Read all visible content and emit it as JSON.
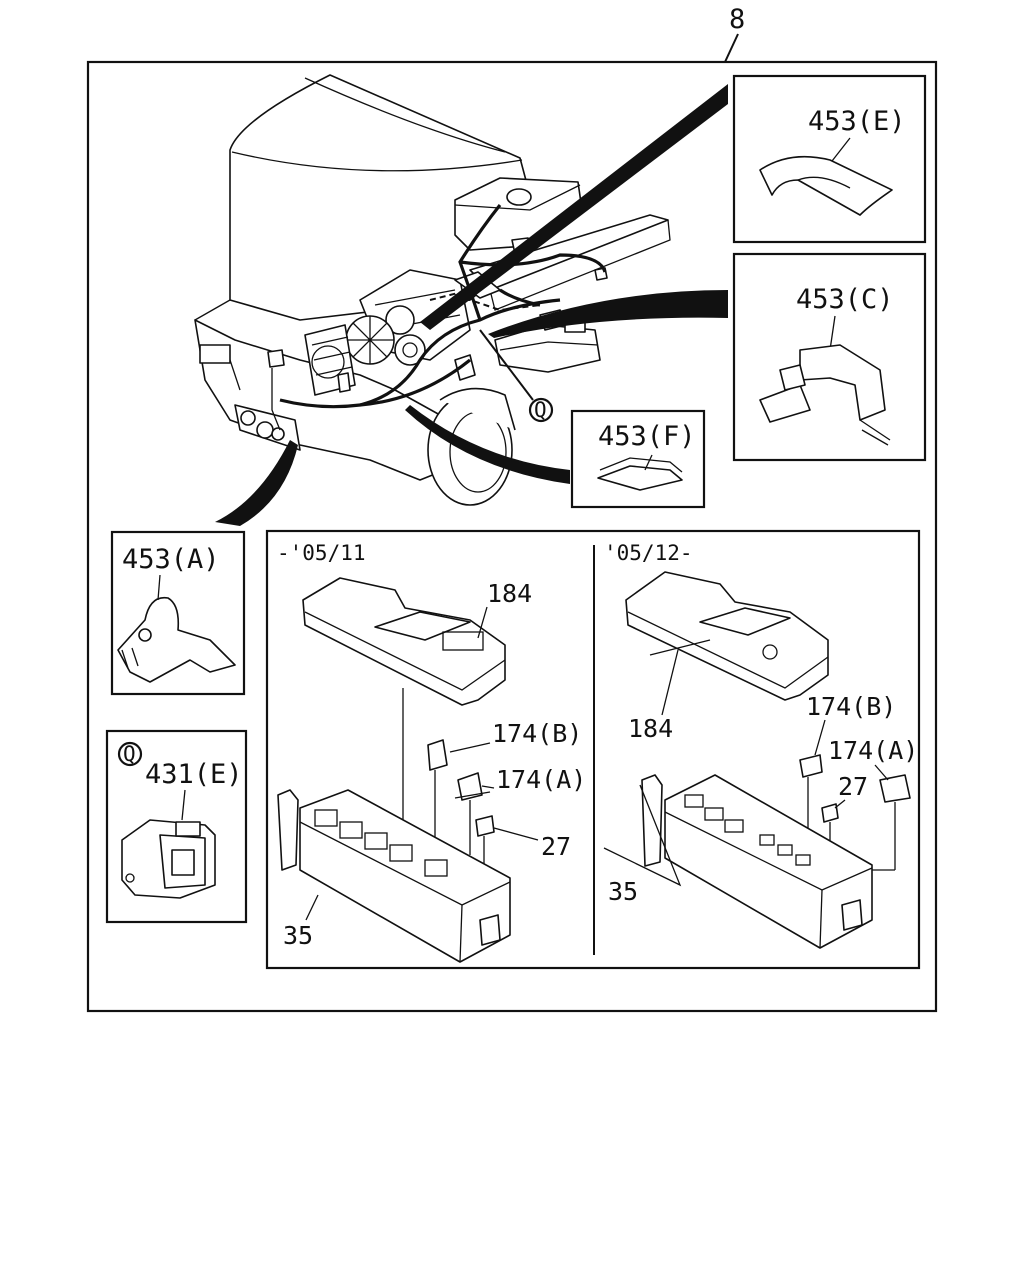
{
  "title_ref": "8",
  "callouts": {
    "e": "453(E)",
    "c": "453(C)",
    "f": "453(F)",
    "a": "453(A)",
    "q_marker": "Q",
    "q_part": "431(E)"
  },
  "fuse_box": {
    "early": {
      "range": "-'05/11",
      "cover": "184",
      "relay_b": "174(B)",
      "relay_a": "174(A)",
      "fuse": "27",
      "base": "35"
    },
    "late": {
      "range": "'05/12-",
      "cover": "184",
      "relay_b": "174(B)",
      "relay_a": "174(A)",
      "fuse": "27",
      "base": "35"
    }
  }
}
